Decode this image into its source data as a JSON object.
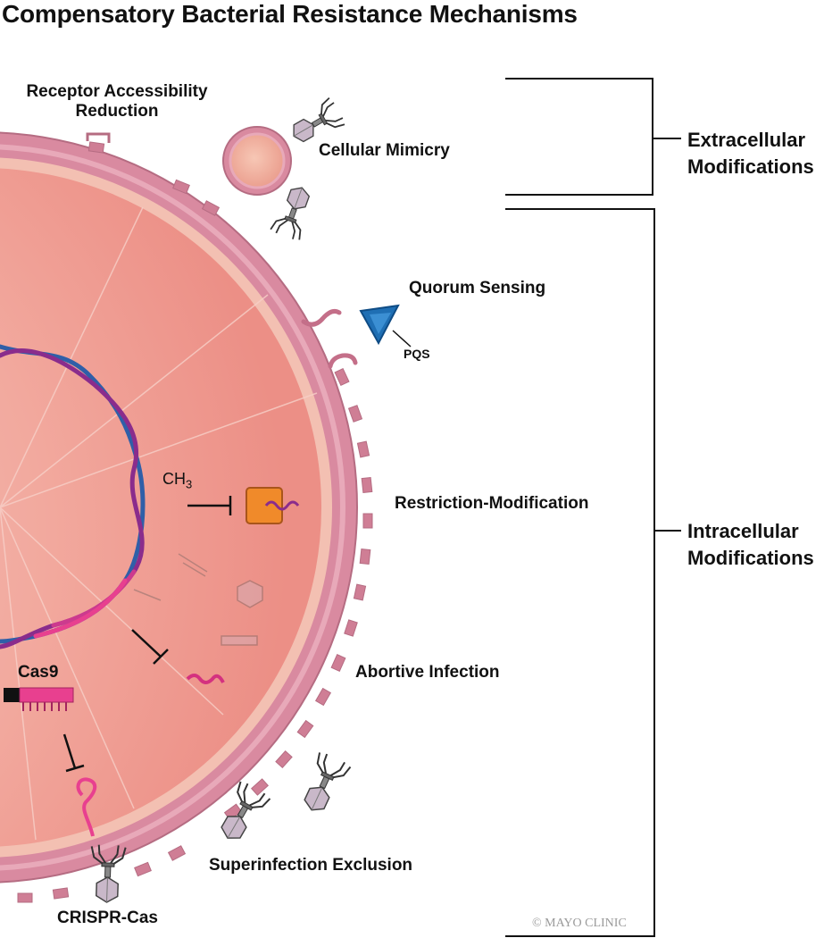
{
  "title": "Compensatory Bacterial Resistance Mechanisms",
  "mechanisms": {
    "receptor_line1": "Receptor Accessibility",
    "receptor_line2": "Reduction",
    "cellular_mimicry": "Cellular Mimicry",
    "quorum_sensing": "Quorum Sensing",
    "pqs": "PQS",
    "ch3_base": "CH",
    "ch3_sub": "3",
    "restriction_modification": "Restriction-Modification",
    "abortive_infection": "Abortive Infection",
    "cas9": "Cas9",
    "superinfection_exclusion": "Superinfection Exclusion",
    "crispr_cas": "CRISPR-Cas"
  },
  "categories": {
    "extracellular_line1": "Extracellular",
    "extracellular_line2": "Modifications",
    "intracellular_line1": "Intracellular",
    "intracellular_line2": "Modifications"
  },
  "copyright": "© MAYO CLINIC",
  "colors": {
    "cell_wall": "#d98aa0",
    "cytoplasm": "#f2a79c",
    "dna_blue": "#2f5fa8",
    "dna_purple": "#8a2c8c",
    "dna_pink": "#e8408f",
    "pqs_blue": "#1f6fb4",
    "enzyme_orange": "#f08a2a"
  }
}
